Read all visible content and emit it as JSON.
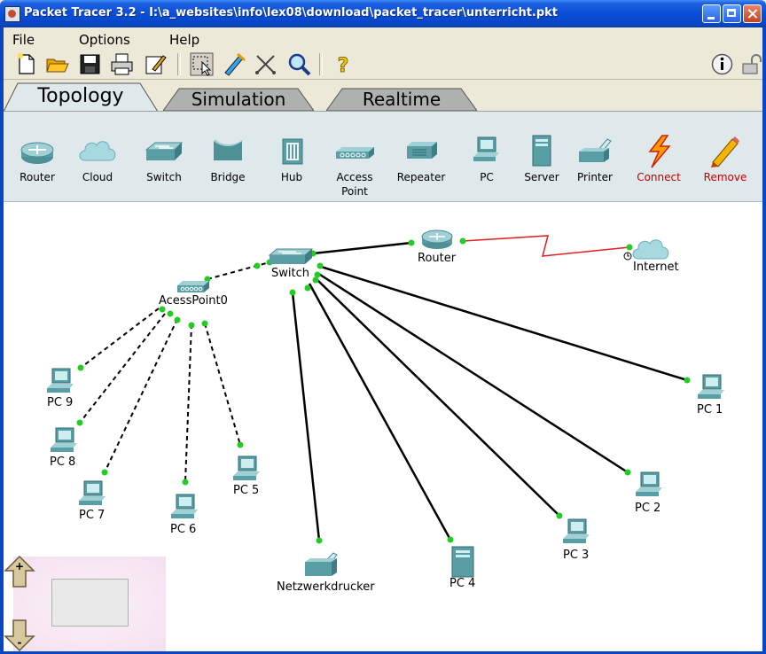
{
  "window": {
    "title": "Packet Tracer 3.2 - I:\\a_websites\\info\\lex08\\download\\packet_tracer\\unterricht.pkt"
  },
  "menu": {
    "items": [
      "File",
      "Options",
      "Help"
    ]
  },
  "toolbar": {
    "buttons": [
      "new-file-icon",
      "open-folder-icon",
      "save-icon",
      "print-icon",
      "edit-icon",
      "select-icon",
      "move-icon",
      "delete-icon",
      "inspect-icon",
      "help-question-icon",
      "info-icon",
      "lock-icon"
    ]
  },
  "tabs": [
    {
      "label": "Topology",
      "active": true
    },
    {
      "label": "Simulation",
      "active": false
    },
    {
      "label": "Realtime",
      "active": false
    }
  ],
  "palette": {
    "devices": [
      {
        "label": "Router",
        "icon": "router-icon"
      },
      {
        "label": "Cloud",
        "icon": "cloud-icon"
      },
      {
        "label": "Switch",
        "icon": "switch-icon"
      },
      {
        "label": "Bridge",
        "icon": "bridge-icon"
      },
      {
        "label": "Hub",
        "icon": "hub-icon"
      },
      {
        "label": "Access\nPoint",
        "icon": "access-point-icon"
      },
      {
        "label": "Repeater",
        "icon": "repeater-icon"
      },
      {
        "label": "PC",
        "icon": "pc-icon"
      },
      {
        "label": "Server",
        "icon": "server-icon"
      },
      {
        "label": "Printer",
        "icon": "printer-icon"
      },
      {
        "label": "Connect",
        "icon": "connect-lightning-icon"
      },
      {
        "label": "Remove",
        "icon": "remove-eraser-icon"
      }
    ],
    "accent_color": "#c00000"
  },
  "topology": {
    "nodes": {
      "router": "Router",
      "internet": "Internet",
      "switch": "Switch",
      "access_point": "AcessPoint0",
      "pc9": "PC 9",
      "pc8": "PC 8",
      "pc7": "PC 7",
      "pc6": "PC 6",
      "pc5": "PC 5",
      "pc1": "PC 1",
      "pc2": "PC 2",
      "pc3": "PC 3",
      "pc4": "PC 4",
      "printer": "Netzwerkdrucker"
    },
    "link_colors": {
      "ethernet": "#000000",
      "serial": "#e02020",
      "port_up": "#22cc22"
    }
  },
  "minimap": {
    "zoom_in": "+",
    "zoom_out": "-"
  }
}
